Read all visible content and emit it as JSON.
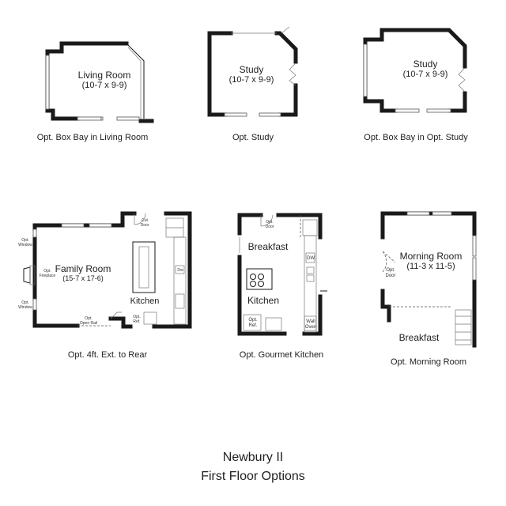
{
  "title": {
    "line1": "Newbury II",
    "line2": "First Floor Options"
  },
  "plans": [
    {
      "caption": "Opt. Box Bay in Living Room",
      "room": "Living Room",
      "dims": "(10-7 x 9-9)"
    },
    {
      "caption": "Opt. Study",
      "room": "Study",
      "dims": "(10-7 x 9-9)"
    },
    {
      "caption": "Opt. Box Bay in Opt. Study",
      "room": "Study",
      "dims": "(10-7 x 9-9)"
    },
    {
      "caption": "Opt. 4ft. Ext. to Rear",
      "room": "Family Room",
      "dims": "(15-7 x 17-6)",
      "kitchen": "Kitchen",
      "labels": {
        "cut_door": [
          "Cut",
          "Door"
        ],
        "opt_window_top": [
          "Opt.",
          "Window"
        ],
        "opt_fireplace": [
          "Opt.",
          "Fireplace"
        ],
        "opt_window_bottom": [
          "Opt.",
          "Window"
        ],
        "opt_open_rail": [
          "Opt.",
          "Open Rail"
        ],
        "opt_ref": [
          "Opt.",
          "Ref."
        ],
        "dw": "Dw"
      }
    },
    {
      "caption": "Opt. Gourmet Kitchen",
      "breakfast": "Breakfast",
      "kitchen": "Kitchen",
      "labels": {
        "cut_door": [
          "Opt.",
          "Door"
        ],
        "dw": "DW",
        "opt_ref": [
          "Opt.",
          "Ref."
        ],
        "wall_oven": [
          "Wall",
          "Oven"
        ]
      }
    },
    {
      "caption": "Opt. Morning Room",
      "room": "Morning Room",
      "dims": "(11-3 x 11-5)",
      "breakfast": "Breakfast",
      "labels": {
        "opt_door": [
          "Opt.",
          "Door"
        ]
      }
    }
  ]
}
